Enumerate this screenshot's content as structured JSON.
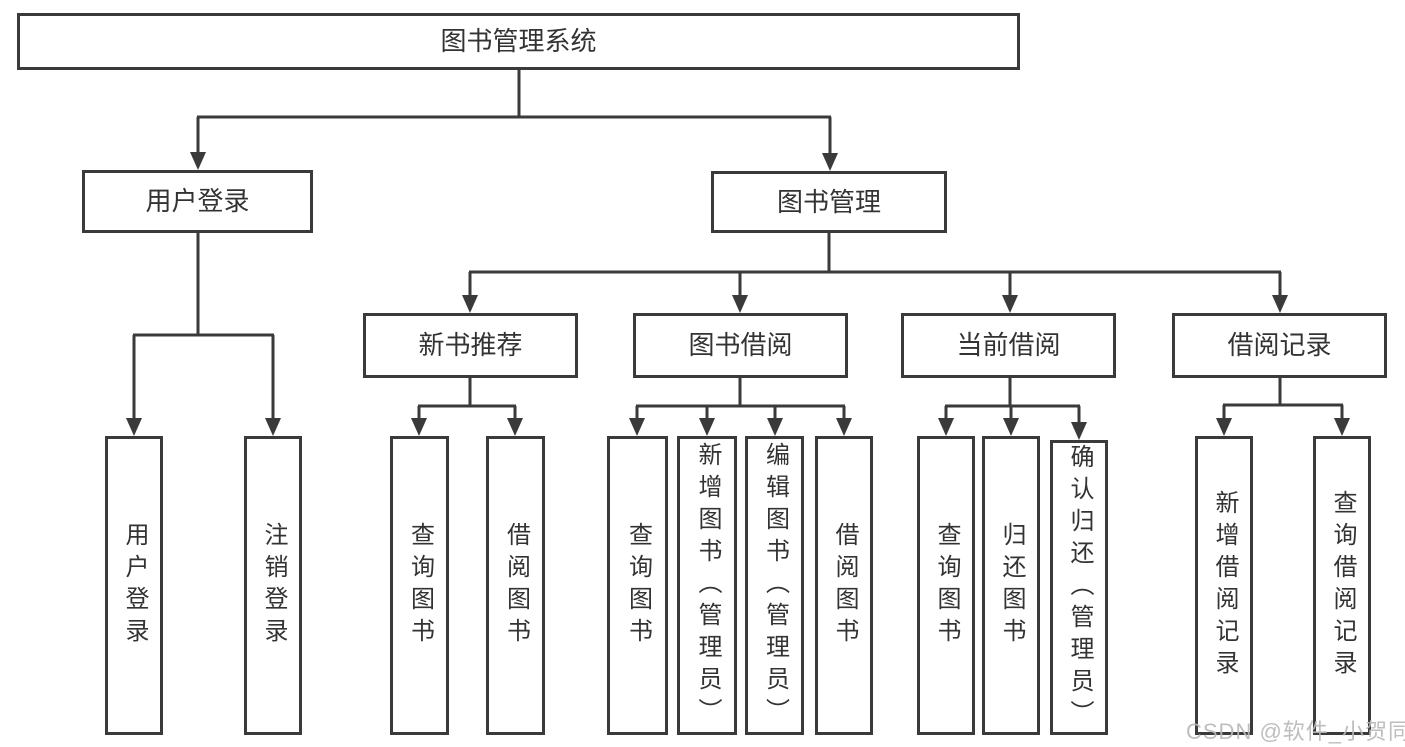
{
  "nodes": {
    "root": "图书管理系统",
    "level2": [
      "用户登录",
      "图书管理"
    ],
    "level3": [
      "新书推荐",
      "图书借阅",
      "当前借阅",
      "借阅记录"
    ],
    "leaves": [
      "用户登录",
      "注销登录",
      "查询图书",
      "借阅图书",
      "查询图书",
      "新增图书（管理员）",
      "编辑图书（管理员）",
      "借阅图书",
      "查询图书",
      "归还图书",
      "确认归还（管理员）",
      "新增借阅记录",
      "查询借阅记录"
    ]
  },
  "watermark": "CSDN @软件_小贺同学",
  "colors": {
    "line": "#3a3a3a",
    "text": "#333333",
    "background": "#ffffff",
    "watermark": "#b9b9b9"
  }
}
